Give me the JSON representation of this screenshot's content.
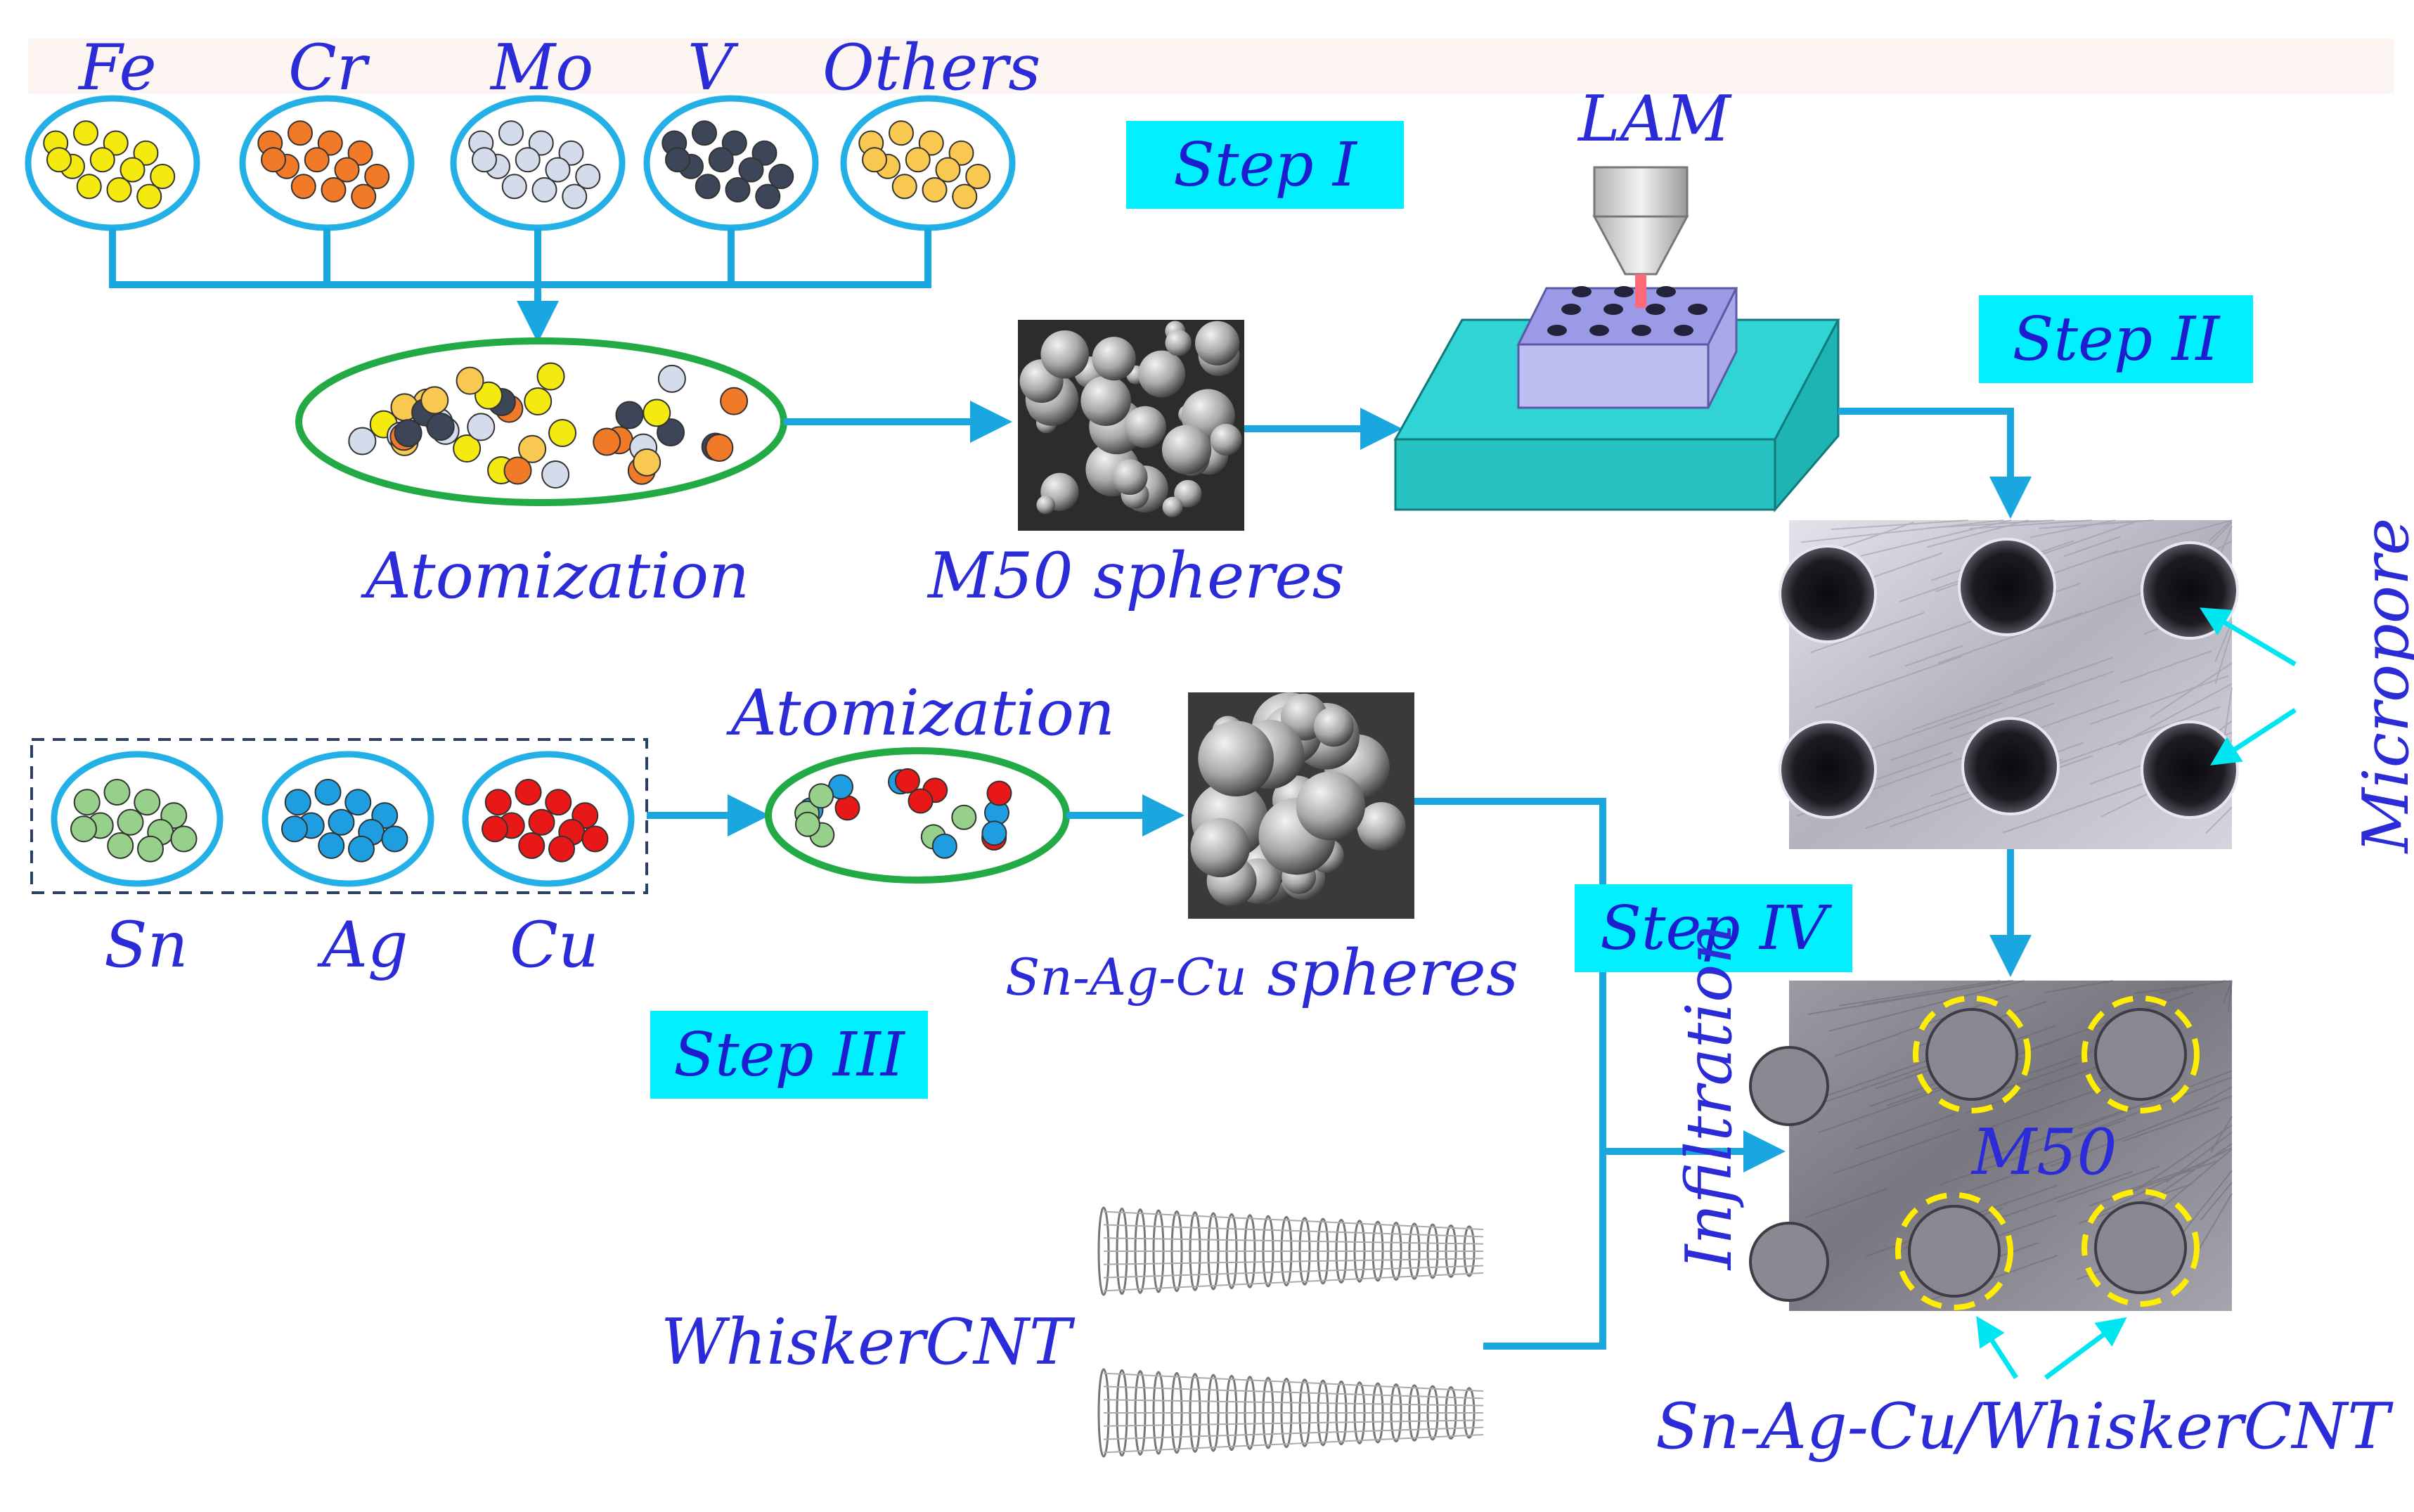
{
  "labels": {
    "fe": "Fe",
    "cr": "Cr",
    "mo": "Mo",
    "v": "V",
    "others": "Others",
    "atomization_top": "Atomization",
    "m50_spheres": "M50 spheres",
    "lam": "LAM",
    "sn": "Sn",
    "ag": "Ag",
    "cu": "Cu",
    "atomization_mid": "Atomization",
    "sac_prefix": "Sn-Ag-Cu",
    "sac_suffix": " spheres",
    "micropore": "Micropore",
    "infiltration": "Infiltration",
    "m50": "M50",
    "whisker": "WhiskerCNT",
    "sac_whisker": "Sn-Ag-Cu/WhiskerCNT"
  },
  "steps": {
    "step1": "Step I",
    "step2": "Step II",
    "step3": "Step III",
    "step4": "Step IV"
  },
  "colors": {
    "flow_arrow": "#1aa7e0",
    "particle_circle": "#23b0e6",
    "mix_circle": "#22aa44",
    "step_bg": "#00f0ff",
    "text": "#2b2bd8",
    "fe": "#f5ea10",
    "cr": "#f07a28",
    "mo": "#d4dcec",
    "v": "#3c4658",
    "others": "#f8c850",
    "sn": "#96d08a",
    "ag": "#1e9ee0",
    "cu": "#e81818",
    "cap_marker": "#ffee00",
    "platform": "#28c8c8"
  }
}
